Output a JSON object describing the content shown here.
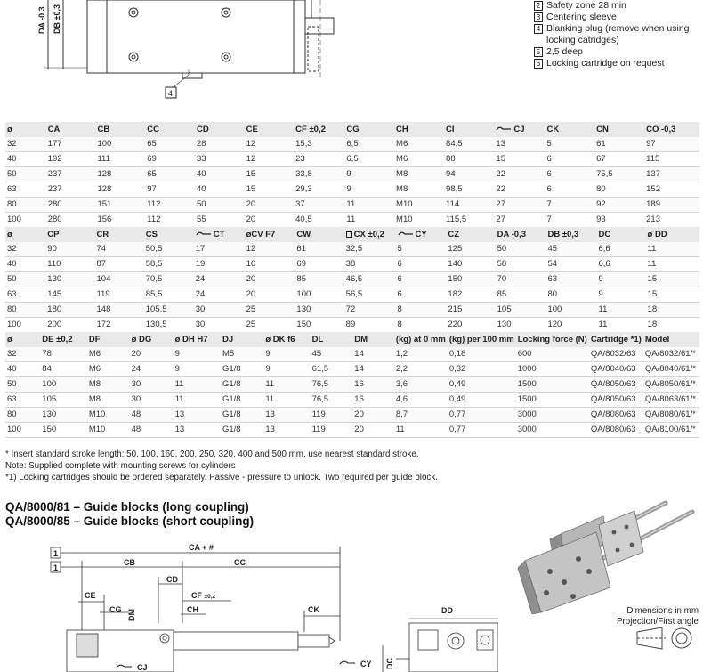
{
  "top_drawing": {
    "dim_da": "DA -0,3",
    "dim_db": "DB ±0,3",
    "callout": "4"
  },
  "legend": [
    {
      "num": "2",
      "text": "Safety zone 28 min"
    },
    {
      "num": "3",
      "text": "Centering sleeve"
    },
    {
      "num": "4",
      "text": "Blanking plug (remove when using locking catridges)"
    },
    {
      "num": "5",
      "text": "2,5 deep"
    },
    {
      "num": "6",
      "text": "Locking cartridge on request"
    }
  ],
  "table1": {
    "headers": [
      "ø",
      "CA",
      "CB",
      "CC",
      "CD",
      "CE",
      "CF ±0,2",
      "CG",
      "CH",
      "CI",
      "CJ",
      "CK",
      "CN",
      "CO -0,3"
    ],
    "rows": [
      [
        "32",
        "177",
        "100",
        "65",
        "28",
        "12",
        "15,3",
        "6,5",
        "M6",
        "84,5",
        "13",
        "5",
        "61",
        "97"
      ],
      [
        "40",
        "192",
        "111",
        "69",
        "33",
        "12",
        "23",
        "6,5",
        "M6",
        "88",
        "15",
        "6",
        "67",
        "115"
      ],
      [
        "50",
        "237",
        "128",
        "65",
        "40",
        "15",
        "33,8",
        "9",
        "M8",
        "94",
        "22",
        "6",
        "75,5",
        "137"
      ],
      [
        "63",
        "237",
        "128",
        "97",
        "40",
        "15",
        "29,3",
        "9",
        "M8",
        "98,5",
        "22",
        "6",
        "80",
        "152"
      ],
      [
        "80",
        "280",
        "151",
        "112",
        "50",
        "20",
        "37",
        "11",
        "M10",
        "114",
        "27",
        "7",
        "92",
        "189"
      ],
      [
        "100",
        "280",
        "156",
        "112",
        "55",
        "20",
        "40,5",
        "11",
        "M10",
        "115,5",
        "27",
        "7",
        "93",
        "213"
      ]
    ]
  },
  "table2": {
    "headers": [
      "ø",
      "CP",
      "CR",
      "CS",
      "CT",
      "øCV F7",
      "CW",
      "CX ±0,2",
      "CY",
      "CZ",
      "DA -0,3",
      "DB ±0,3",
      "DC",
      "ø DD"
    ],
    "rows": [
      [
        "32",
        "90",
        "74",
        "50,5",
        "17",
        "12",
        "61",
        "32,5",
        "5",
        "125",
        "50",
        "45",
        "6,6",
        "11"
      ],
      [
        "40",
        "110",
        "87",
        "58,5",
        "19",
        "16",
        "69",
        "38",
        "6",
        "140",
        "58",
        "54",
        "6,6",
        "11"
      ],
      [
        "50",
        "130",
        "104",
        "70,5",
        "24",
        "20",
        "85",
        "46,5",
        "6",
        "150",
        "70",
        "63",
        "9",
        "15"
      ],
      [
        "63",
        "145",
        "119",
        "85,5",
        "24",
        "20",
        "100",
        "56,5",
        "6",
        "182",
        "85",
        "80",
        "9",
        "15"
      ],
      [
        "80",
        "180",
        "148",
        "105,5",
        "30",
        "25",
        "130",
        "72",
        "8",
        "215",
        "105",
        "100",
        "11",
        "18"
      ],
      [
        "100",
        "200",
        "172",
        "130,5",
        "30",
        "25",
        "150",
        "89",
        "8",
        "220",
        "130",
        "120",
        "11",
        "18"
      ]
    ]
  },
  "table3": {
    "headers": [
      "ø",
      "DE ±0,2",
      "DF",
      "ø DG",
      "ø DH H7",
      "DJ",
      "ø DK f6",
      "DL",
      "DM",
      "(kg) at 0 mm",
      "(kg) per 100 mm",
      "Locking force (N)",
      "Cartridge *1)",
      "Model"
    ],
    "rows": [
      [
        "32",
        "78",
        "M6",
        "20",
        "9",
        "M5",
        "9",
        "45",
        "14",
        "1,2",
        "0,18",
        "600",
        "QA/8032/63",
        "QA/8032/61/*"
      ],
      [
        "40",
        "84",
        "M6",
        "24",
        "9",
        "G1/8",
        "9",
        "61,5",
        "14",
        "2,2",
        "0,32",
        "1000",
        "QA/8040/63",
        "QA/8040/61/*"
      ],
      [
        "50",
        "100",
        "M8",
        "30",
        "11",
        "G1/8",
        "11",
        "76,5",
        "16",
        "3,6",
        "0,49",
        "1500",
        "QA/8050/63",
        "QA/8050/61/*"
      ],
      [
        "63",
        "105",
        "M8",
        "30",
        "11",
        "G1/8",
        "11",
        "76,5",
        "16",
        "4,6",
        "0,49",
        "1500",
        "QA/8050/63",
        "QA/8063/61/*"
      ],
      [
        "80",
        "130",
        "M10",
        "48",
        "13",
        "G1/8",
        "13",
        "119",
        "20",
        "8,7",
        "0,77",
        "3000",
        "QA/8080/63",
        "QA/8080/61/*"
      ],
      [
        "100",
        "150",
        "M10",
        "48",
        "13",
        "G1/8",
        "13",
        "119",
        "20",
        "11",
        "0,77",
        "3000",
        "QA/8080/63",
        "QA/8100/61/*"
      ]
    ]
  },
  "notes": [
    "* Insert standard stroke length: 50, 100, 160, 200, 250, 320, 400 and 500 mm, use nearest standard stroke.",
    "Note: Supplied complete with mounting screws for cylinders",
    "*1) Locking cartridges should be ordered separately. Passive - pressure to unlock. Two required per guide block."
  ],
  "section": {
    "title1": "QA/8000/81 – Guide blocks (long coupling)",
    "title2": "QA/8000/85 – Guide blocks (short coupling)"
  },
  "bottom_drawing": {
    "box1": "1",
    "box2": "1",
    "ca": "CA + #",
    "cb": "CB",
    "cc": "CC",
    "cd": "CD",
    "cf": "CF",
    "cf_tol": "±0,2",
    "ce": "CE",
    "cg": "CG",
    "ch": "CH",
    "dm": "DM",
    "ck": "CK",
    "dd": "DD",
    "cj": "CJ",
    "cy": "CY",
    "dc": "DC"
  },
  "footer": {
    "dims_line1": "Dimensions in mm",
    "dims_line2": "Projection/First angle"
  }
}
